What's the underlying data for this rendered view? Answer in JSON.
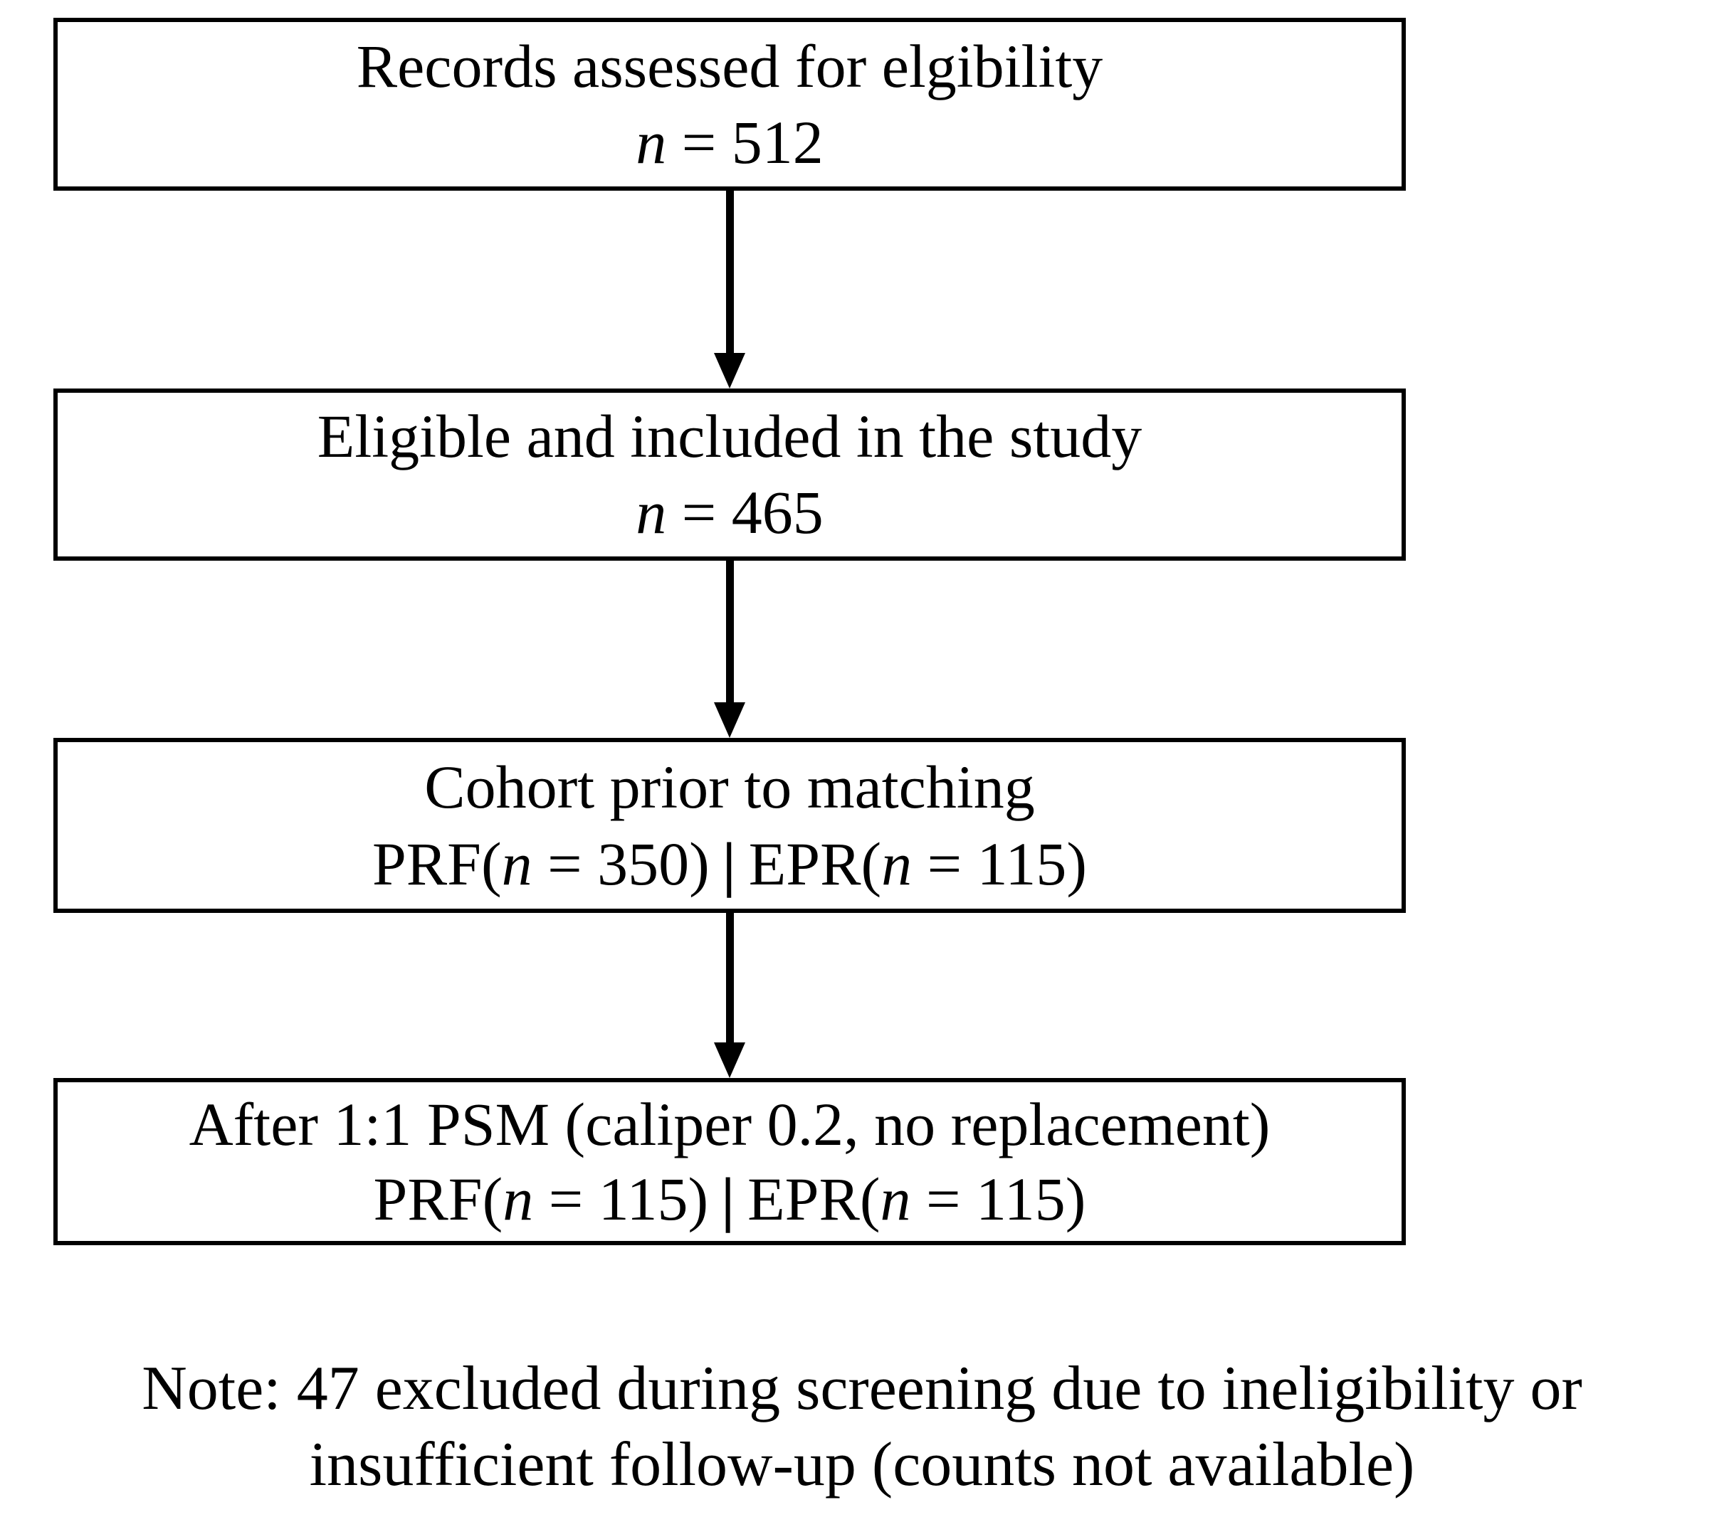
{
  "colors": {
    "ink": "#000000",
    "background": "#ffffff"
  },
  "flowchart": {
    "boxes": [
      {
        "title": "Records assessed for elgibility",
        "count": {
          "n": "n",
          "value": " = 512"
        }
      },
      {
        "title": "Eligible and included in the study",
        "count": {
          "n": "n",
          "value": " = 465"
        }
      },
      {
        "title": "Cohort prior to matching",
        "count": {
          "left_label": "PRF(",
          "left_n": "n",
          "left_value": " = 350)",
          "separator": "|",
          "right_label": "EPR(",
          "right_n": "n",
          "right_value": " = 115)"
        }
      },
      {
        "title": "After 1:1 PSM (caliper 0.2, no replacement)",
        "count": {
          "left_label": "PRF(",
          "left_n": "n",
          "left_value": " = 115)",
          "separator": "|",
          "right_label": "EPR(",
          "right_n": "n",
          "right_value": " = 115)"
        }
      }
    ],
    "note": {
      "line1": "Note: 47 excluded during screening due to ineligibility or",
      "line2": "insufficient follow-up (counts not available)"
    }
  }
}
